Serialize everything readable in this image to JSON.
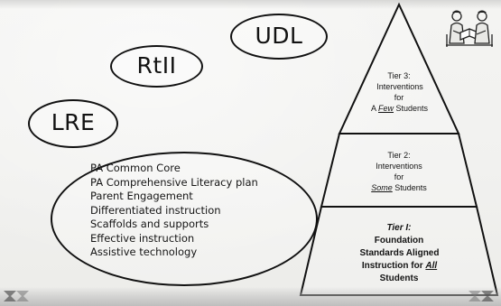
{
  "ovals": {
    "udl": "UDL",
    "rtii": "RtII",
    "lre": "LRE"
  },
  "list": {
    "items": [
      "PA Common Core",
      "PA Comprehensive Literacy plan",
      "Parent Engagement",
      "Differentiated instruction",
      "Scaffolds and supports",
      "Effective instruction",
      "Assistive technology"
    ]
  },
  "pyramid": {
    "tier3": {
      "title": "Tier 3:",
      "line2": "Interventions",
      "line3": "for",
      "line4_prefix": "A ",
      "line4_emph": "Few",
      "line4_suffix": " Students"
    },
    "tier2": {
      "title": "Tier 2:",
      "line2": "Interventions",
      "line3": "for",
      "line4_emph": "Some",
      "line4_suffix": " Students"
    },
    "tier1": {
      "title": "Tier I:",
      "line2": "Foundation",
      "line3": "Standards Aligned",
      "line4_prefix": "Instruction for ",
      "line4_emph": "All",
      "line5": "Students"
    }
  },
  "colors": {
    "ink": "#111111",
    "paper": "#f3f3f1"
  },
  "icons": {
    "clipart": "people-reading-clipart",
    "ornaments": "corner-ornament"
  }
}
